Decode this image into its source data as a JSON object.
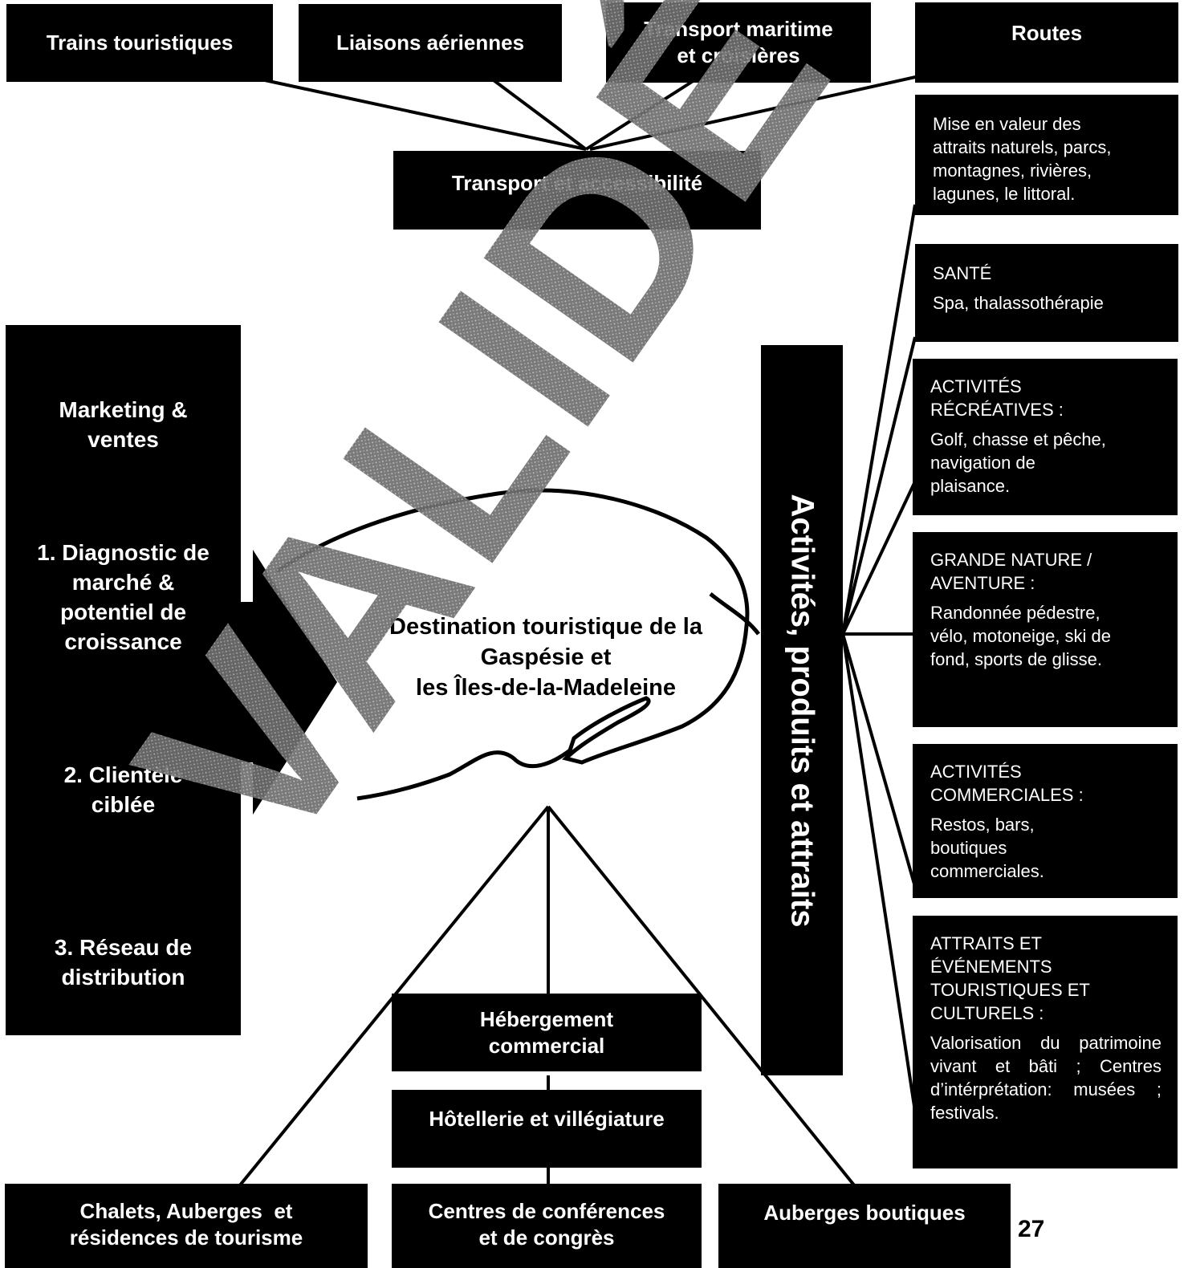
{
  "top_boxes": {
    "trains": "Trains touristiques",
    "air": "Liaisons aériennes",
    "sea_line1": "Transport maritime",
    "sea_line2": "et croisières",
    "roads": "Routes"
  },
  "transport_hub": "Transport et accessibilité",
  "marketing": {
    "title_line1": "Marketing &",
    "title_line2": "ventes",
    "item1": [
      "1. Diagnostic de",
      "marché &",
      "potentiel de",
      "croissance"
    ],
    "item2": [
      "2. Clientèle",
      "ciblée"
    ],
    "item3": [
      "3. Réseau de",
      "distribution"
    ]
  },
  "destination": [
    "Destination touristique de la",
    "Gaspésie et",
    "les Îles-de-la-Madeleine"
  ],
  "activities_bar": "Activités, produits et attraits",
  "right_boxes": {
    "nature": [
      "Mise en valeur des",
      "attraits naturels, parcs,",
      "montagnes, rivières,",
      "lagunes, le littoral."
    ],
    "health_title": "SANTÉ",
    "health_body": "Spa, thalassothérapie",
    "rec_title": [
      "ACTIVITÉS",
      "RÉCRÉATIVES :"
    ],
    "rec_body": [
      "Golf, chasse et pêche,",
      "navigation de",
      "plaisance."
    ],
    "adv_title": [
      "GRANDE  NATURE /",
      "AVENTURE :"
    ],
    "adv_body": [
      "Randonnée pédestre,",
      "vélo, motoneige, ski de",
      "fond, sports de glisse."
    ],
    "comm_title": [
      "ACTIVITÉS",
      "COMMERCIALES :"
    ],
    "comm_body": [
      "Restos, bars,",
      "boutiques",
      "commerciales."
    ],
    "events_title": [
      "ATTRAITS ET",
      "ÉVÉNEMENTS",
      "TOURISTIQUES ET",
      "CULTURELS :"
    ],
    "events_body": "Valorisation du patrimoine vivant et bâti ; Centres d’intérprétation: musées ; festivals."
  },
  "lodging": {
    "commercial_line1": "Hébergement",
    "commercial_line2": "commercial",
    "hotels": "Hôtellerie et villégiature"
  },
  "bottom_boxes": {
    "chalets_line1": "Chalets, Auberges  et",
    "chalets_line2": "résidences de tourisme",
    "centres_line1": "Centres de conférences",
    "centres_line2": "et de congrès",
    "boutiques": "Auberges boutiques"
  },
  "stamp_text": "VALIDÉ",
  "page_number": "27"
}
